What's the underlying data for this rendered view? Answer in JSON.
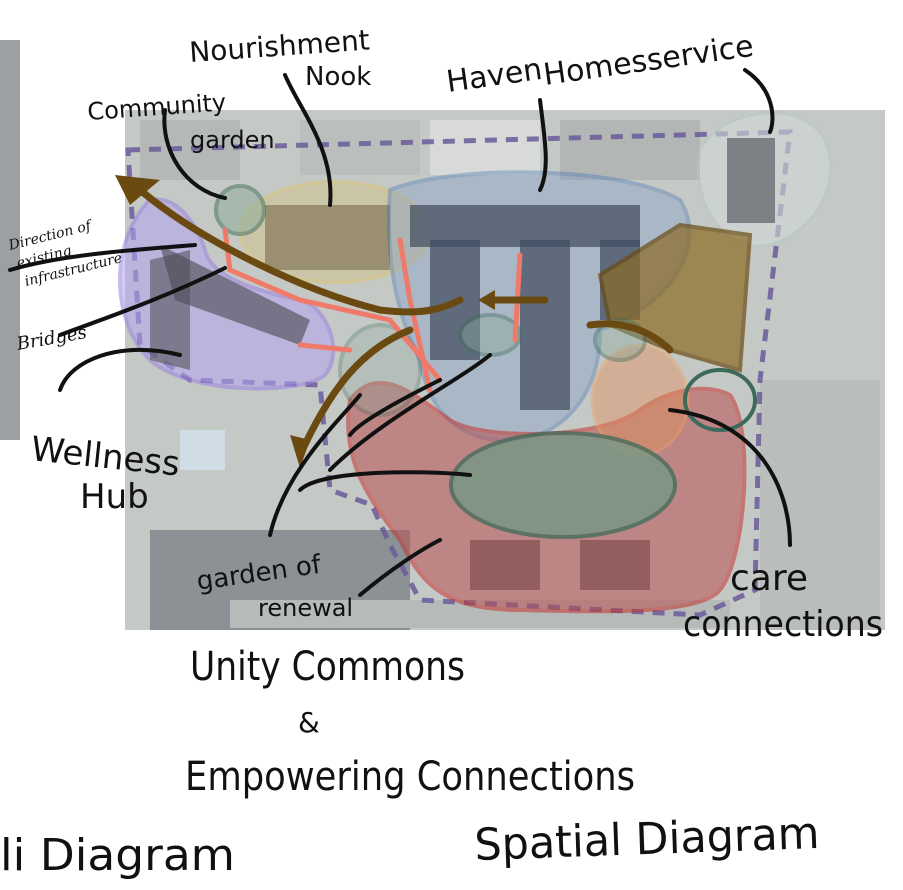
{
  "labels": {
    "nourishment_nook": [
      "Nourishment",
      "Nook"
    ],
    "community_garden": [
      "Community",
      "garden"
    ],
    "haven": "Haven",
    "homes_service": "Homesservice",
    "direction_note": [
      "Direction of",
      "existing",
      "infrastructure"
    ],
    "bridges": "Bridges",
    "wellness_hub": [
      "Wellness",
      "Hub"
    ],
    "garden_of_renewal": [
      "garden of",
      "renewal"
    ],
    "care_connections": [
      "care",
      "connections"
    ],
    "unity_commons": "Unity Commons",
    "ampersand": "&",
    "empowering_connections": "Empowering Connections",
    "left_caption": "li Diagram",
    "right_caption": "Spatial Diagram"
  },
  "colors": {
    "nourishment": "#e8c34a",
    "haven": "#3a6db5",
    "wellness": "#9a7fe0",
    "community_garden": "#3d6b5a",
    "care": "#c6332e",
    "garden_of_renewal": "#3d6b5a",
    "infrastructure": "#6b4a12",
    "bridges": "#f07a6a",
    "homes_service": "#b9c9c6",
    "boundary": "#6a5a9a",
    "care_orange": "#f0a060"
  }
}
